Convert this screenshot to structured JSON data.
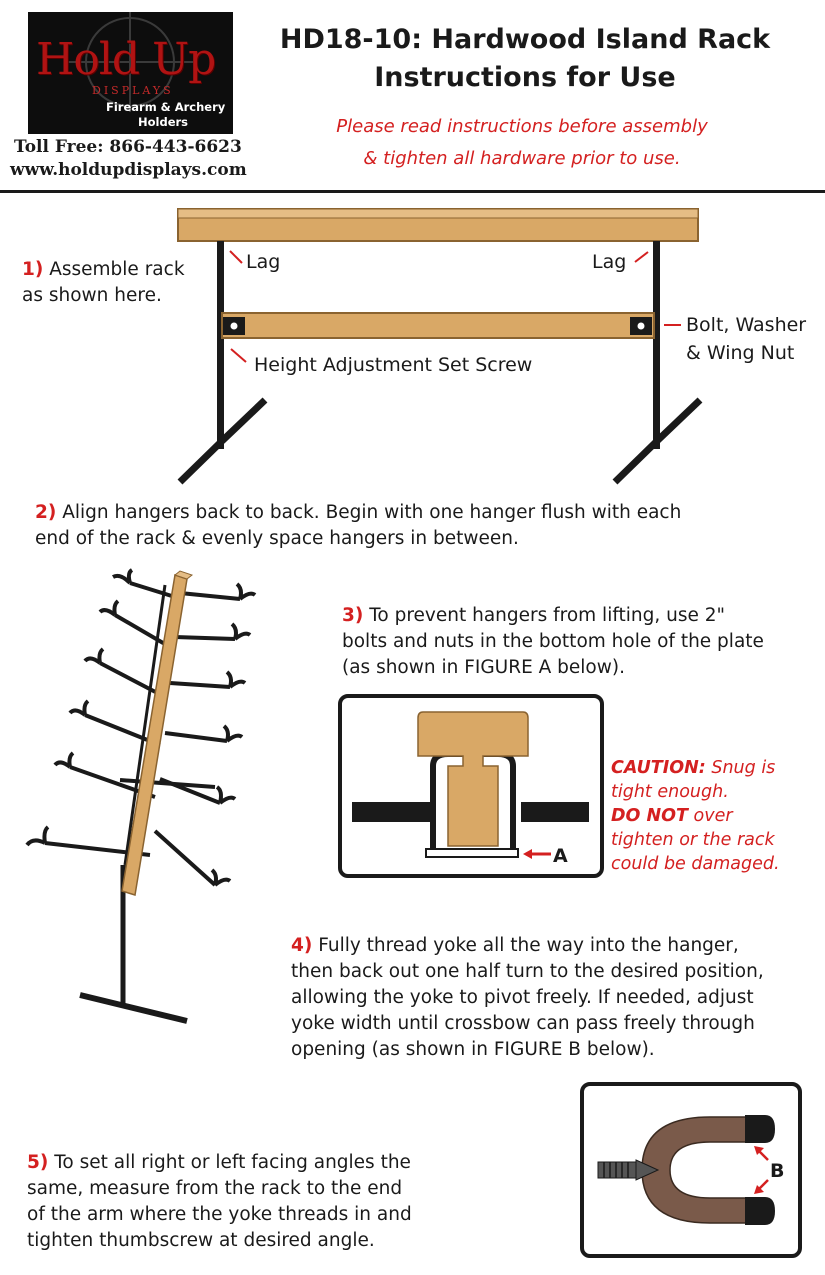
{
  "header": {
    "logo_main": "Hold Up",
    "logo_sub": "DISPLAYS",
    "logo_tag_line1": "Firearm & Archery",
    "logo_tag_line2": "Holders",
    "toll_free": "Toll Free: 866-443-6623",
    "website": "www.holdupdisplays.com",
    "title_line1": "HD18-10: Hardwood Island Rack",
    "title_line2": "Instructions for Use",
    "warning_line1": "Please read instructions before assembly",
    "warning_line2": "& tighten all hardware prior to use."
  },
  "step1": {
    "number": "1)",
    "text_line1": "Assemble rack",
    "text_line2": "as shown here.",
    "label_lag_left": "Lag",
    "label_lag_right": "Lag",
    "label_bolt_line1": "Bolt, Washer",
    "label_bolt_line2": "& Wing Nut",
    "label_set_screw": "Height Adjustment Set Screw"
  },
  "step2": {
    "number": "2)",
    "text_line1": "Align hangers back to back. Begin with one hanger flush with each",
    "text_line2": "end of the rack & evenly space hangers in between."
  },
  "step3": {
    "number": "3)",
    "text_line1": "To prevent hangers from lifting, use 2\"",
    "text_line2": "bolts and nuts in the bottom hole of the plate",
    "text_line3": "(as shown in FIGURE A below).",
    "figure_label": "A"
  },
  "caution": {
    "lead": "CAUTION:",
    "line1_rest": "Snug is",
    "line2": "tight enough.",
    "line3_bold": "DO NOT",
    "line3_rest": "over",
    "line4": "tighten or the rack",
    "line5": "could be damaged."
  },
  "step4": {
    "number": "4)",
    "text_line1": "Fully thread yoke all the way into the hanger,",
    "text_line2": "then back out one half turn to the desired position,",
    "text_line3": "allowing the yoke to pivot freely. If needed, adjust",
    "text_line4": "yoke width until crossbow can pass freely through",
    "text_line5": "opening (as shown in FIGURE B below).",
    "figure_label": "B"
  },
  "step5": {
    "number": "5)",
    "text_line1": "To set all right or left facing angles the",
    "text_line2": "same, measure from the rack to the end",
    "text_line3": "of the arm where the yoke threads in and",
    "text_line4": "tighten thumbscrew at desired angle."
  },
  "colors": {
    "accent_red": "#d42020",
    "wood": "#d9a866",
    "wood_dark": "#a67a3e",
    "metal": "#1a1a1a",
    "yoke_brown": "#7a5a4a"
  }
}
